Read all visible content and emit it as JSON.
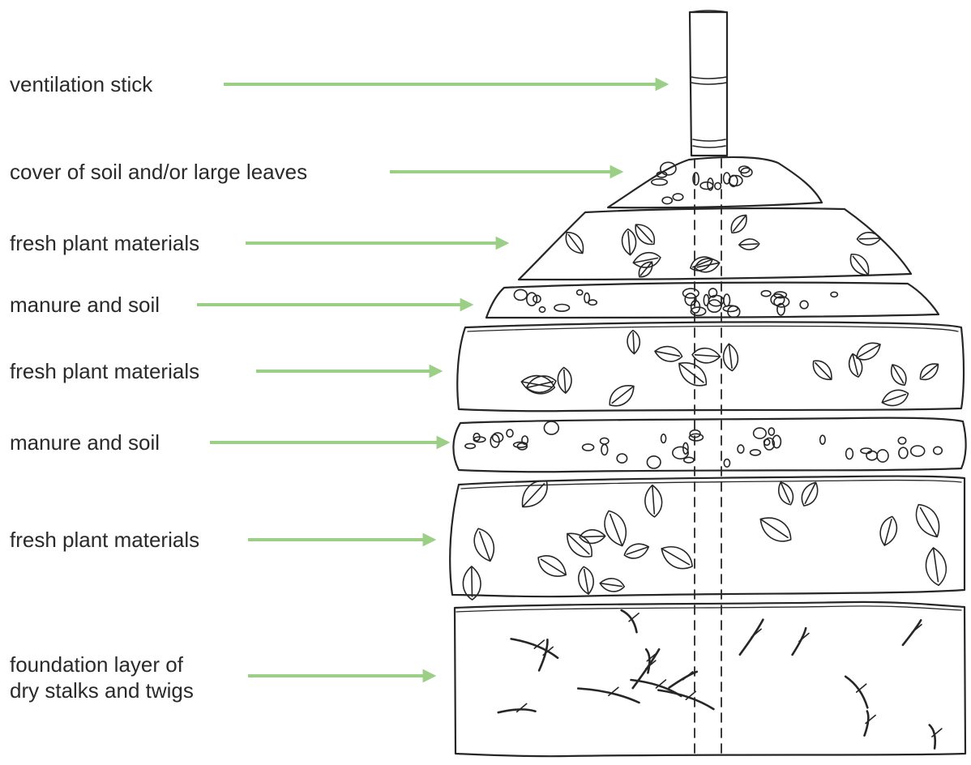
{
  "colors": {
    "arrow": "#9ccf86",
    "ink": "#262626",
    "text": "#2a2a2a",
    "background": "#ffffff"
  },
  "labels": [
    {
      "id": "ventilation",
      "text": "ventilation stick"
    },
    {
      "id": "cover",
      "text": "cover of soil and/or large leaves"
    },
    {
      "id": "plant1",
      "text": "fresh plant materials"
    },
    {
      "id": "manure1",
      "text": "manure and soil"
    },
    {
      "id": "plant2",
      "text": "fresh plant materials"
    },
    {
      "id": "manure2",
      "text": "manure and soil"
    },
    {
      "id": "plant3",
      "text": "fresh plant materials"
    },
    {
      "id": "foundation",
      "text": "foundation layer of",
      "text2": "dry stalks and twigs"
    }
  ]
}
